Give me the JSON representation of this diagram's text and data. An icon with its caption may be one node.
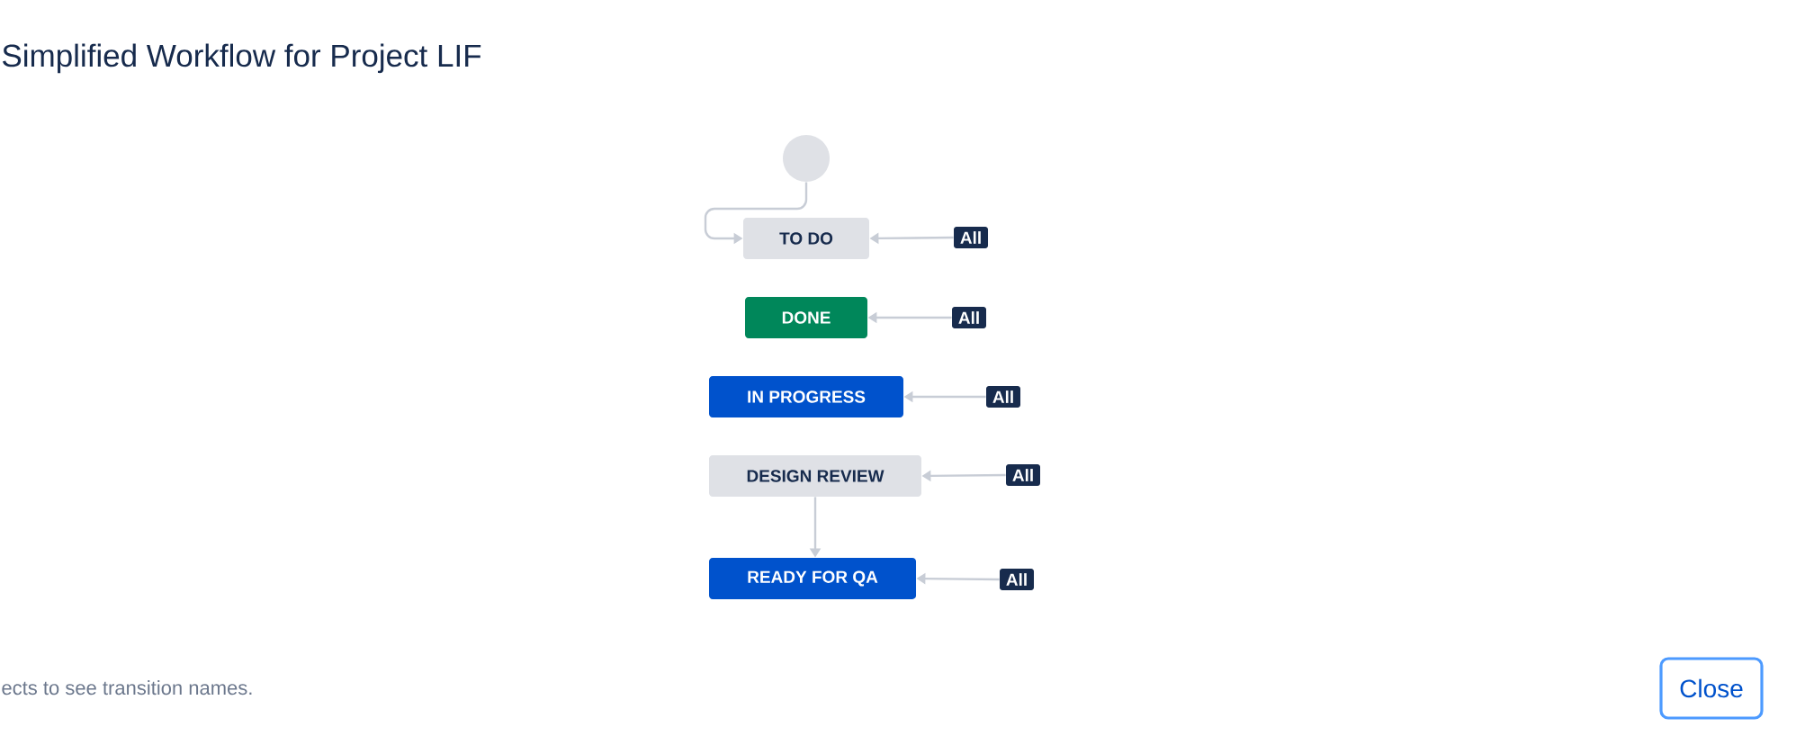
{
  "diagram": {
    "title": "Simplified Workflow for Project LIF",
    "nodes": [
      {
        "text": [],
        "shape": "circle"
      },
      {
        "text": [
          "TO DO"
        ]
      },
      {
        "text": [
          "All"
        ]
      },
      {
        "text": [
          "DONE"
        ]
      },
      {
        "text": [
          "All"
        ]
      },
      {
        "text": [
          "IN PROGRESS"
        ]
      },
      {
        "text": [
          "All"
        ]
      },
      {
        "text": [
          "DESIGN REVIEW"
        ]
      },
      {
        "text": [
          "All"
        ]
      },
      {
        "text": [
          "READY FOR QA"
        ]
      },
      {
        "text": [
          "All"
        ]
      }
    ],
    "edges": [
      {
        "from": 0,
        "to": 1,
        "arrow": "to"
      },
      {
        "from": 2,
        "to": 1,
        "arrow": "to"
      },
      {
        "from": 4,
        "to": 3,
        "arrow": "to"
      },
      {
        "from": 6,
        "to": 5,
        "arrow": "to"
      },
      {
        "from": 8,
        "to": 7,
        "arrow": "to"
      },
      {
        "from": 7,
        "to": 9,
        "arrow": "to"
      },
      {
        "from": 10,
        "to": 9,
        "arrow": "to"
      }
    ],
    "labels": [
      "ects to see transition names.",
      "Close"
    ]
  }
}
